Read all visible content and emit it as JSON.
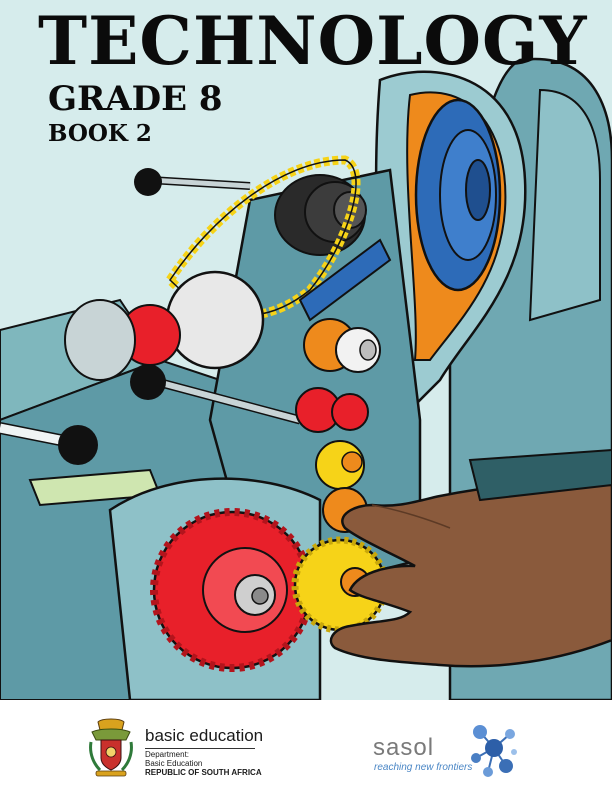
{
  "cover": {
    "title": "TECHNOLOGY",
    "grade": "GRADE 8",
    "book": "BOOK 2"
  },
  "footer": {
    "department": {
      "name": "basic education",
      "line1": "Department:",
      "line2": "Basic Education",
      "line3": "REPUBLIC OF SOUTH AFRICA"
    },
    "sponsor": {
      "name": "sasol",
      "tagline": "reaching new frontiers"
    }
  },
  "colors": {
    "background": "#d6ecec",
    "machine": "#5e9aa6",
    "gear_red": "#e8202a",
    "gear_yellow": "#f6d318",
    "gear_orange": "#ee8a1c",
    "pulley_blue": "#2d6bb8",
    "skin": "#8a5a3c",
    "sasol_blue": "#4a86c5"
  }
}
